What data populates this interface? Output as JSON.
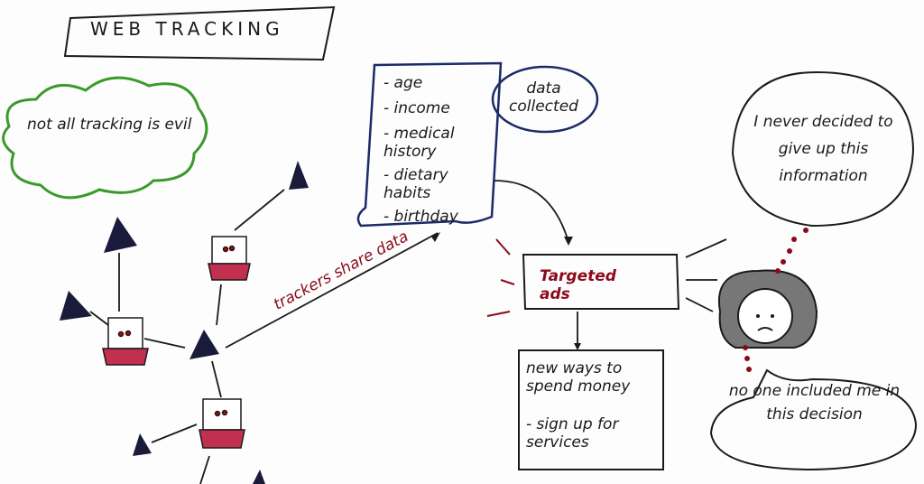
{
  "title": "WEB TRACKING",
  "cloud_note": "not all tracking is evil",
  "data_list": [
    "- age",
    "- income",
    "- medical history",
    "- dietary habits",
    "- birthday"
  ],
  "data_label": "data collected",
  "arrow_label": "trackers share data",
  "targeted_ads": "Targeted ads",
  "outcomes": [
    "new ways to spend money",
    "- sign up for services"
  ],
  "speech_top": "I never decided to give up this information",
  "speech_bottom": "no one included me in this decision",
  "colors": {
    "ink": "#1a1a1a",
    "accent_red": "#8b0a1a",
    "cloud_green": "#3a9a2a",
    "label_blue": "#1a2a6a"
  }
}
